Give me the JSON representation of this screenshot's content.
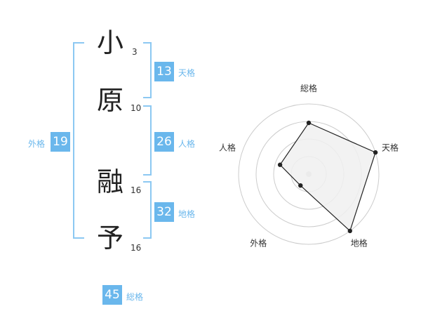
{
  "name": {
    "chars": [
      {
        "char": "小",
        "strokes": "3"
      },
      {
        "char": "原",
        "strokes": "10"
      },
      {
        "char": "融",
        "strokes": "16"
      },
      {
        "char": "予",
        "strokes": "16"
      }
    ]
  },
  "kaku": {
    "ten": {
      "label": "天格",
      "value": "13"
    },
    "jin": {
      "label": "人格",
      "value": "26"
    },
    "chi": {
      "label": "地格",
      "value": "32"
    },
    "gai": {
      "label": "外格",
      "value": "19"
    },
    "sou": {
      "label": "総格",
      "value": "45"
    }
  },
  "radar": {
    "axes": [
      {
        "label": "総格",
        "value": 0.73
      },
      {
        "label": "天格",
        "value": 1.0
      },
      {
        "label": "地格",
        "value": 1.0
      },
      {
        "label": "外格",
        "value": 0.2
      },
      {
        "label": "人格",
        "value": 0.43
      }
    ],
    "max": 1.0,
    "rings": 4,
    "colors": {
      "fill": "#f0f0f0",
      "stroke": "#222222",
      "grid": "#cccccc",
      "center": "#cccccc"
    }
  }
}
